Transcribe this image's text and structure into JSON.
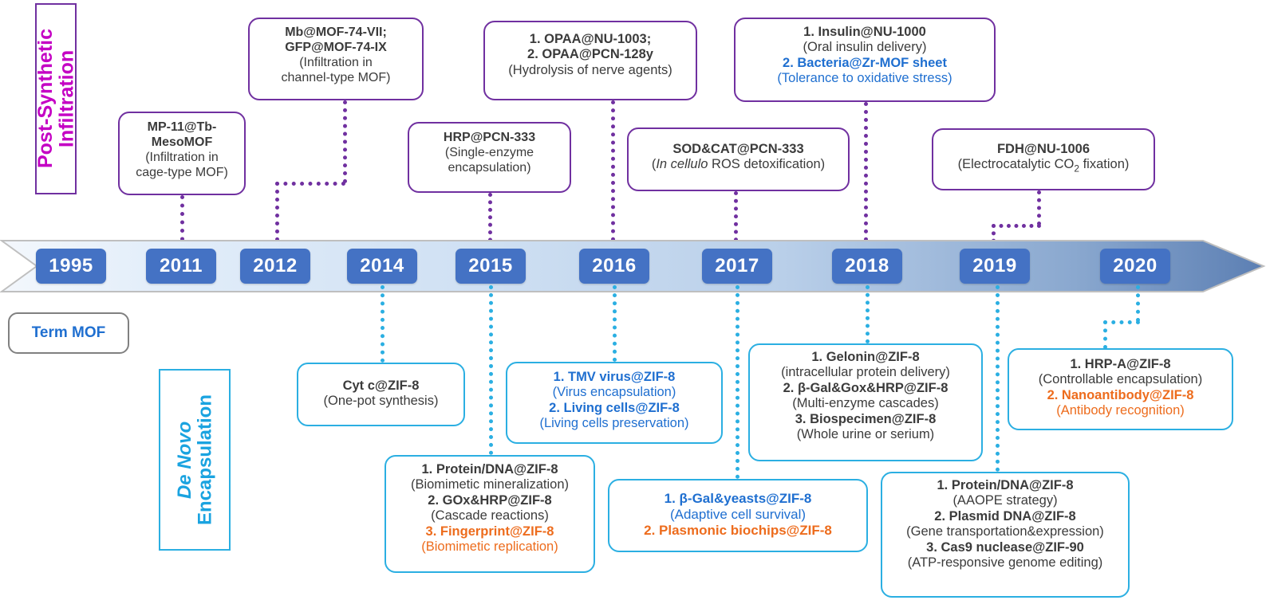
{
  "legends": {
    "top_label": "Post-Synthetic Infiltration",
    "top_line1": "Post-Synthetic",
    "top_line2": "Infiltration",
    "bottom_line1": "De Novo",
    "bottom_line2": "Encapsulation",
    "term_box": "Term MOF"
  },
  "colors": {
    "purple": "#7030a0",
    "cyan": "#2bafe2",
    "magenta": "#c400c4",
    "blue_text": "#1f6fd0",
    "orange_text": "#ed6c1d",
    "year_badge": "#4472c4",
    "dark_text": "#3b3b3b"
  },
  "timeline": {
    "years": [
      "1995",
      "2011",
      "2012",
      "2014",
      "2015",
      "2016",
      "2017",
      "2018",
      "2019",
      "2020"
    ]
  },
  "top_boxes": [
    {
      "id": "mp11",
      "year": "2011",
      "lines": [
        {
          "text": "MP-11@Tb-",
          "bold": true,
          "color": "dark"
        },
        {
          "text": "MesoMOF",
          "bold": true,
          "color": "dark"
        },
        {
          "text": "(Infiltration in",
          "bold": false,
          "color": "dark"
        },
        {
          "text": "cage-type MOF)",
          "bold": false,
          "color": "dark"
        }
      ]
    },
    {
      "id": "mb-mof74",
      "year": "2012",
      "lines": [
        {
          "text": "Mb@MOF-74-VII;",
          "bold": true,
          "color": "dark"
        },
        {
          "text": "GFP@MOF-74-IX",
          "bold": true,
          "color": "dark"
        },
        {
          "text": "(Infiltration in",
          "bold": false,
          "color": "dark"
        },
        {
          "text": "channel-type MOF)",
          "bold": false,
          "color": "dark"
        }
      ]
    },
    {
      "id": "hrp-pcn333",
      "year": "2015",
      "lines": [
        {
          "text": "HRP@PCN-333",
          "bold": true,
          "color": "dark"
        },
        {
          "text": "(Single-enzyme",
          "bold": false,
          "color": "dark"
        },
        {
          "text": "encapsulation)",
          "bold": false,
          "color": "dark"
        }
      ]
    },
    {
      "id": "opaa",
      "year": "2016",
      "lines": [
        {
          "text": "1. OPAA@NU-1003;",
          "bold": true,
          "color": "dark"
        },
        {
          "text": "2. OPAA@PCN-128y",
          "bold": true,
          "color": "dark"
        },
        {
          "text": "(Hydrolysis of nerve agents)",
          "bold": false,
          "color": "dark"
        }
      ]
    },
    {
      "id": "sodcat",
      "year": "2017",
      "lines": [
        {
          "text": "SOD&CAT@PCN-333",
          "bold": true,
          "color": "dark"
        },
        {
          "text": "(In cellulo ROS detoxification)",
          "bold": false,
          "color": "dark",
          "italic_prefix": "In cellulo"
        }
      ]
    },
    {
      "id": "insulin",
      "year": "2018",
      "lines": [
        {
          "text": "1. Insulin@NU-1000",
          "bold": true,
          "color": "dark"
        },
        {
          "text": "(Oral insulin delivery)",
          "bold": false,
          "color": "dark"
        },
        {
          "text": "2. Bacteria@Zr-MOF sheet",
          "bold": true,
          "color": "blue"
        },
        {
          "text": "(Tolerance to oxidative stress)",
          "bold": false,
          "color": "blue"
        }
      ]
    },
    {
      "id": "fdh",
      "year": "2019",
      "lines": [
        {
          "text": "FDH@NU-1006",
          "bold": true,
          "color": "dark"
        },
        {
          "text": "(Electrocatalytic CO2 fixation)",
          "bold": false,
          "color": "dark",
          "subscript": "2"
        }
      ]
    }
  ],
  "bottom_boxes": [
    {
      "id": "cytc",
      "year": "2014",
      "lines": [
        {
          "text": "Cyt c@ZIF-8",
          "bold": true,
          "color": "dark"
        },
        {
          "text": "(One-pot synthesis)",
          "bold": false,
          "color": "dark"
        }
      ]
    },
    {
      "id": "protein-dna-2015",
      "year": "2015",
      "lines": [
        {
          "text": "1. Protein/DNA@ZIF-8",
          "bold": true,
          "color": "dark"
        },
        {
          "text": "(Biomimetic mineralization)",
          "bold": false,
          "color": "dark"
        },
        {
          "text": "2. GOx&HRP@ZIF-8",
          "bold": true,
          "color": "dark"
        },
        {
          "text": "(Cascade reactions)",
          "bold": false,
          "color": "dark"
        },
        {
          "text": "3. Fingerprint@ZIF-8",
          "bold": true,
          "color": "orange"
        },
        {
          "text": "(Biomimetic replication)",
          "bold": false,
          "color": "orange"
        }
      ]
    },
    {
      "id": "tmv",
      "year": "2016",
      "lines": [
        {
          "text": "1. TMV virus@ZIF-8",
          "bold": true,
          "color": "blue"
        },
        {
          "text": "(Virus encapsulation)",
          "bold": false,
          "color": "blue"
        },
        {
          "text": "2. Living cells@ZIF-8",
          "bold": true,
          "color": "blue"
        },
        {
          "text": "(Living cells preservation)",
          "bold": false,
          "color": "blue"
        }
      ]
    },
    {
      "id": "bgal-yeasts",
      "year": "2017",
      "lines": [
        {
          "text": "1. β-Gal&yeasts@ZIF-8",
          "bold": true,
          "color": "blue"
        },
        {
          "text": "(Adaptive cell survival)",
          "bold": false,
          "color": "blue"
        },
        {
          "text": "2. Plasmonic biochips@ZIF-8",
          "bold": true,
          "color": "orange"
        }
      ]
    },
    {
      "id": "gelonin",
      "year": "2018",
      "lines": [
        {
          "text": "1. Gelonin@ZIF-8",
          "bold": true,
          "color": "dark"
        },
        {
          "text": "(intracellular protein delivery)",
          "bold": false,
          "color": "dark"
        },
        {
          "text": "2. β-Gal&Gox&HRP@ZIF-8",
          "bold": true,
          "color": "dark"
        },
        {
          "text": "(Multi-enzyme cascades)",
          "bold": false,
          "color": "dark"
        },
        {
          "text": "3. Biospecimen@ZIF-8",
          "bold": true,
          "color": "dark"
        },
        {
          "text": "(Whole urine or serium)",
          "bold": false,
          "color": "dark"
        }
      ]
    },
    {
      "id": "protein-dna-2019",
      "year": "2019",
      "lines": [
        {
          "text": "1. Protein/DNA@ZIF-8",
          "bold": true,
          "color": "dark"
        },
        {
          "text": "(AAOPE strategy)",
          "bold": false,
          "color": "dark"
        },
        {
          "text": "2. Plasmid DNA@ZIF-8",
          "bold": true,
          "color": "dark"
        },
        {
          "text": "(Gene transportation&expression)",
          "bold": false,
          "color": "dark"
        },
        {
          "text": "3. Cas9 nuclease@ZIF-90",
          "bold": true,
          "color": "dark"
        },
        {
          "text": "(ATP-responsive genome editing)",
          "bold": false,
          "color": "dark"
        }
      ]
    },
    {
      "id": "hrp-a",
      "year": "2020",
      "lines": [
        {
          "text": "1. HRP-A@ZIF-8",
          "bold": true,
          "color": "dark"
        },
        {
          "text": "(Controllable encapsulation)",
          "bold": false,
          "color": "dark"
        },
        {
          "text": "2. Nanoantibody@ZIF-8",
          "bold": true,
          "color": "orange"
        },
        {
          "text": "(Antibody recognition)",
          "bold": false,
          "color": "orange"
        }
      ]
    }
  ]
}
